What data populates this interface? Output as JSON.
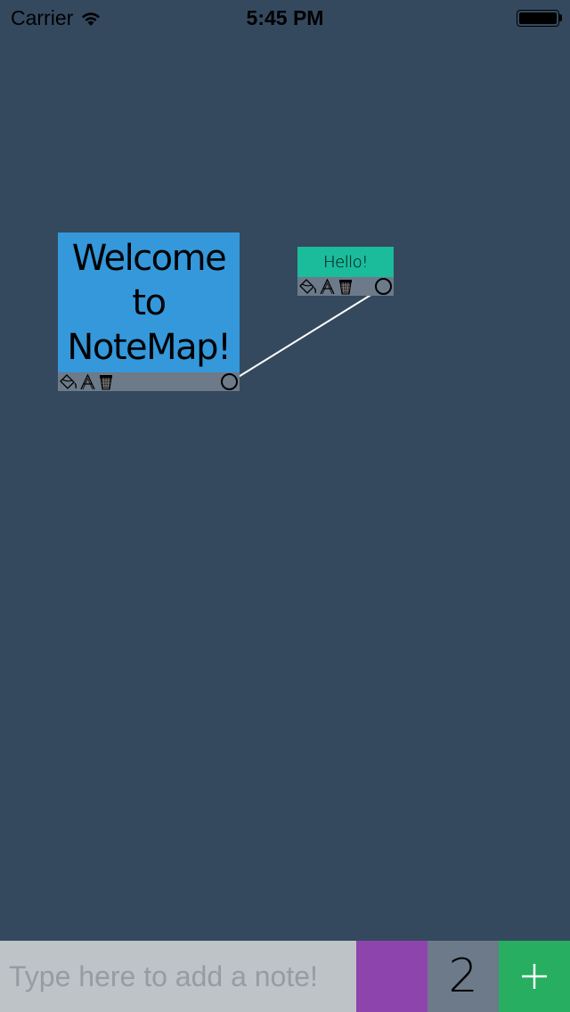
{
  "status_bar": {
    "carrier": "Carrier",
    "time": "5:45 PM",
    "wifi_icon": "wifi-icon",
    "battery_icon": "battery-icon"
  },
  "canvas": {
    "background": "#34495e",
    "notes": [
      {
        "id": "welcome",
        "text_lines": [
          "Welcome",
          "to",
          "NoteMap!"
        ],
        "color": "#3498db",
        "toolbar": {
          "icons": [
            "paint-bucket-icon",
            "font-icon",
            "trash-icon",
            "connect-handle-icon"
          ]
        }
      },
      {
        "id": "hello",
        "text": "Hello!",
        "color": "#1abc9c",
        "toolbar": {
          "icons": [
            "paint-bucket-icon",
            "font-icon",
            "trash-icon",
            "connect-handle-icon"
          ]
        }
      }
    ],
    "connections": [
      {
        "from": "welcome",
        "to": "hello",
        "color": "#ffffff"
      }
    ]
  },
  "bottom_bar": {
    "input_placeholder": "Type here to add a note!",
    "input_value": "",
    "selected_color": "#8e44ad",
    "note_count": "2",
    "add_label": "+"
  }
}
